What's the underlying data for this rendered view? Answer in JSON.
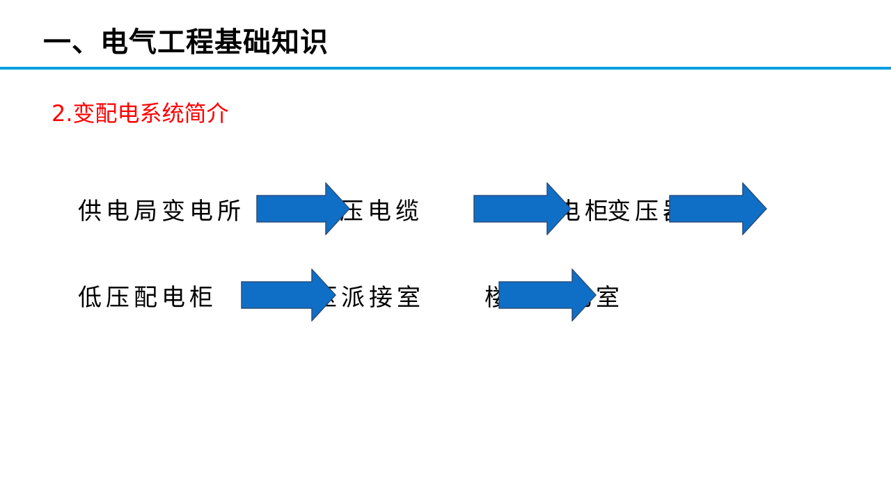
{
  "title": "一、电气工程基础知识",
  "subtitle": "2.变配电系统简介",
  "flow": {
    "row1": [
      "供电局变电所",
      "高压电缆",
      "高压配电柜",
      "变压器"
    ],
    "row2": [
      "低压配电柜",
      "低压派接室",
      "楼层配电室"
    ]
  },
  "colors": {
    "title_rule": "#00a0e0",
    "subtitle": "#ff0000",
    "arrow_fill": "#0f6fc6",
    "arrow_stroke": "#2a4d7a"
  },
  "icons": {
    "arrow": "right-arrow-icon"
  }
}
